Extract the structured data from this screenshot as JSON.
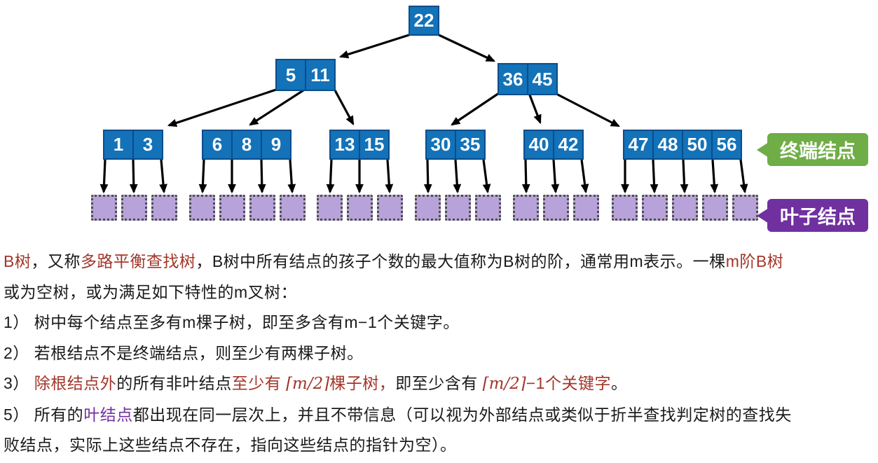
{
  "colors": {
    "node_fill": "#1372b8",
    "node_border": "#0a4d8c",
    "leaf_square_fill": "#b7a3d9",
    "terminal_label_bg": "#6fad47",
    "leaf_label_bg": "#7030a0",
    "highlight_red": "#a3362a",
    "highlight_purple": "#7030a0",
    "body_text": "#1a1a1a"
  },
  "tree": {
    "root": {
      "keys": [
        "22"
      ]
    },
    "internal": [
      {
        "keys": [
          "5",
          "11"
        ]
      },
      {
        "keys": [
          "36",
          "45"
        ]
      }
    ],
    "terminal": [
      {
        "keys": [
          "1",
          "3"
        ]
      },
      {
        "keys": [
          "6",
          "8",
          "9"
        ]
      },
      {
        "keys": [
          "13",
          "15"
        ]
      },
      {
        "keys": [
          "30",
          "35"
        ]
      },
      {
        "keys": [
          "40",
          "42"
        ]
      },
      {
        "keys": [
          "47",
          "48",
          "50",
          "56"
        ]
      }
    ],
    "leaf_groups": [
      3,
      4,
      3,
      3,
      3,
      5
    ]
  },
  "labels": {
    "terminal": "终端结点",
    "leaf": "叶子结点"
  },
  "paragraph": {
    "line1": {
      "s1": "B树",
      "s2": "，又称",
      "s3": "多路平衡查找树",
      "s4": "，B树中所有结点的孩子个数的最大值称为B树的阶，通常用m表示。一棵",
      "s5": "m阶B树"
    },
    "line2": {
      "s1": "或为空树，或为满足如下特性的m叉树："
    },
    "line3": {
      "s1": "1） 树中每个结点至多有m棵子树，即至多含有m−1个关键字。"
    },
    "line4": {
      "s1": "2） 若根结点不是终端结点，则至少有两棵子树。"
    },
    "line5": {
      "s1": "3） ",
      "s2": "除根结点外",
      "s3": "的所有非叶结点",
      "s4": "至少有 ",
      "s5": "⌈m/2⌉",
      "s6": "棵子树，",
      "s7": "即至少含有 ",
      "s8": "⌈m/2⌉",
      "s9": "−1个关键字",
      "s10": "。"
    },
    "line6": {
      "s1": "5） 所有的",
      "s2": "叶结点",
      "s3": "都出现在同一层次上，并且不带信息（可以视为外部结点或类似于折半查找判定树的查找失"
    },
    "line7": {
      "s1": "败结点，实际上这些结点不存在，指向这些结点的指针为空）。"
    }
  }
}
